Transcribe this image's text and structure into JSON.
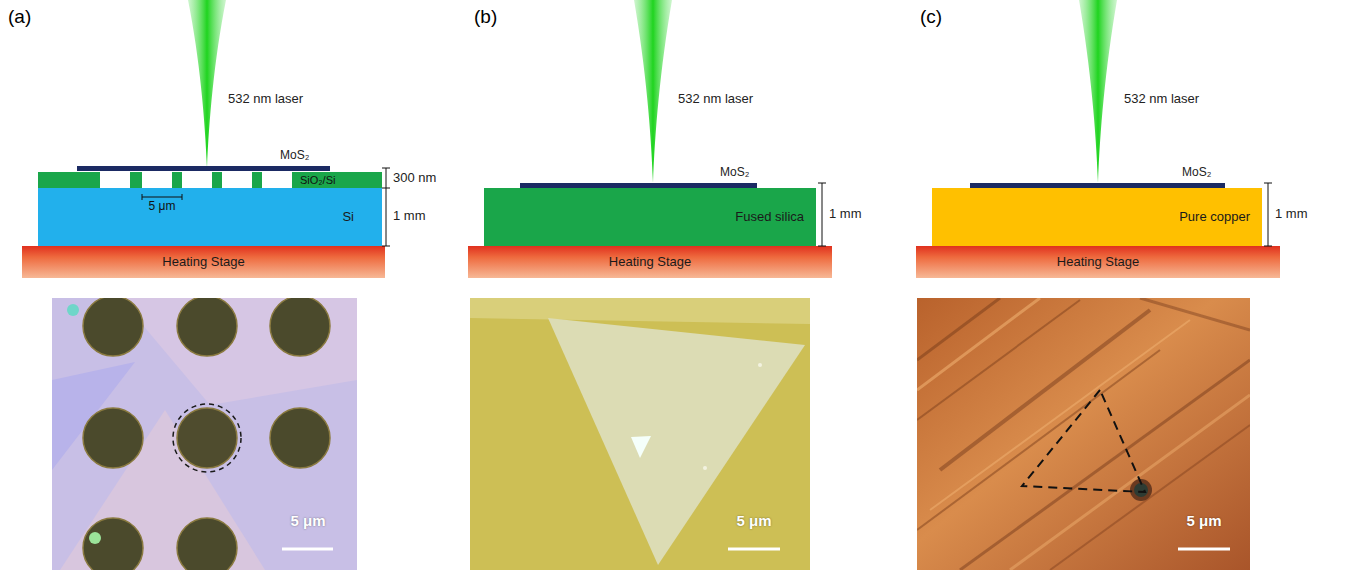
{
  "diagram": {
    "nodes": [
      {
        "text": [
          "Si"
        ]
      },
      {
        "text": [
          "Heating Stage"
        ]
      },
      {
        "text": [
          "Fused silica"
        ]
      },
      {
        "text": [
          "Heating Stage"
        ]
      },
      {
        "text": [
          "Pure copper"
        ]
      },
      {
        "text": [
          "Heating Stage"
        ]
      }
    ],
    "labels": [
      "(a)",
      "532 nm laser",
      "MoS₂",
      "SiO₂/Si",
      "300 nm",
      "5 μm",
      "1 mm",
      "5 μm",
      "(b)",
      "532 nm laser",
      "MoS₂",
      "1 mm",
      "5 μm",
      "(c)",
      "532 nm laser",
      "MoS₂",
      "1 mm",
      "5 μm"
    ]
  }
}
